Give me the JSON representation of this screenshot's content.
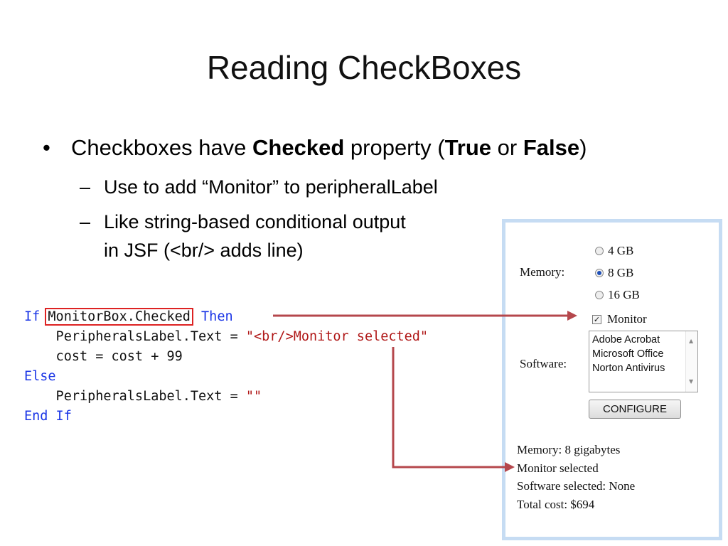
{
  "slide": {
    "title": "Reading CheckBoxes",
    "bullet": {
      "symbol": "•",
      "t1": "Checkboxes have ",
      "b1": "Checked",
      "t2": " property (",
      "b2": "True",
      "t3": " or ",
      "b3": "False",
      "t4": ")"
    },
    "subs": [
      {
        "dash": "–",
        "line1": "Use to add “Monitor” to peripheralLabel"
      },
      {
        "dash": "–",
        "line1": "Like string-based conditional output",
        "line2": "in JSF (<br/> adds line)"
      }
    ]
  },
  "code": {
    "l1_if": "If",
    "l1_id": "MonitorBox.Checked",
    "l1_then": "Then",
    "l2_id": "    PeripheralsLabel.Text = ",
    "l2_str": "\"<br/>Monitor selected\"",
    "l3_id": "    cost = cost + 99",
    "l4_else": "Else",
    "l5_id": "    PeripheralsLabel.Text = ",
    "l5_str": "\"\"",
    "l6_end": "End If"
  },
  "form": {
    "memory_label": "Memory:",
    "memory_options": [
      "4 GB",
      "8 GB",
      "16 GB"
    ],
    "memory_selected": "8 GB",
    "monitor_label": "Monitor",
    "monitor_checked": true,
    "software_label": "Software:",
    "software_options": [
      "Adobe Acrobat",
      "Microsoft Office",
      "Norton Antivirus"
    ],
    "configure_label": "CONFIGURE",
    "output": [
      "Memory: 8 gigabytes",
      "Monitor selected",
      "Software selected: None",
      "Total cost: $694"
    ]
  },
  "colors": {
    "keyword": "#1a35e6",
    "string": "#b01818",
    "highlight": "#d22222",
    "arrow": "#b5474c",
    "panel_border": "#c6dcf3"
  }
}
